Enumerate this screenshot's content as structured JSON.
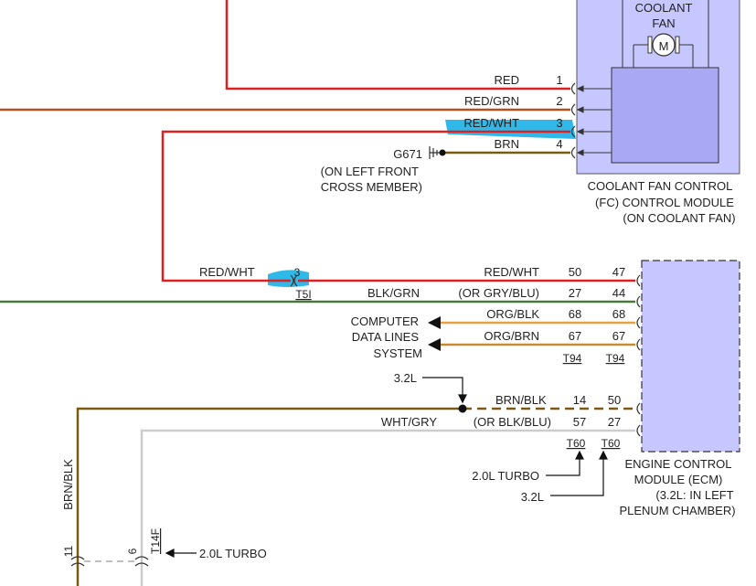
{
  "colors": {
    "red": "#e02020",
    "red_grn": "#b05020",
    "brn": "#7a5a10",
    "grn": "#4a7a3a",
    "org": "#e8a040",
    "white": "#cccccc",
    "module_fill": "#c7c7ff",
    "highlight": "#1ab0e6"
  },
  "fan": {
    "title_line1": "COOLANT",
    "title_line2": "FAN",
    "motor_symbol": "M"
  },
  "fc_module": {
    "label_line1": "COOLANT FAN CONTROL",
    "label_line2": "(FC) CONTROL MODULE",
    "label_line3": "(ON COOLANT FAN)",
    "pins": [
      {
        "wire": "RED",
        "pin": "1"
      },
      {
        "wire": "RED/GRN",
        "pin": "2"
      },
      {
        "wire": "RED/WHT",
        "pin": "3"
      },
      {
        "wire": "BRN",
        "pin": "4"
      }
    ]
  },
  "ground": {
    "id": "G671",
    "loc_line1": "(ON LEFT FRONT",
    "loc_line2": "CROSS MEMBER)"
  },
  "t5i": {
    "wire": "RED/WHT",
    "pin": "3",
    "name": "T5I"
  },
  "ecm_rows": [
    {
      "left_wire": "RED/WHT",
      "alt": "",
      "t94": "50",
      "ecm": "47"
    },
    {
      "left_wire": "BLK/GRN",
      "alt": "(OR GRY/BLU)",
      "t94": "27",
      "ecm": "44"
    },
    {
      "left_wire": "ORG/BLK",
      "alt": "",
      "t94": "68",
      "ecm": "68"
    },
    {
      "left_wire": "ORG/BRN",
      "alt": "",
      "t94": "67",
      "ecm": "67"
    }
  ],
  "t94_label": "T94",
  "computer_data": {
    "line1": "COMPUTER",
    "line2": "DATA LINES",
    "line3": "SYSTEM"
  },
  "splice_note": "3.2L",
  "lower_rows": [
    {
      "wire": "BRN/BLK",
      "alt": "",
      "left_pin": "14",
      "ecm": "50"
    },
    {
      "wire": "WHT/GRY",
      "alt": "(OR BLK/BLU)",
      "left_pin": "57",
      "ecm": "27"
    }
  ],
  "t60_label": "T60",
  "t60_notes": {
    "left": "2.0L TURBO",
    "right": "3.2L"
  },
  "ecm": {
    "label_line1": "ENGINE CONTROL",
    "label_line2": "MODULE (ECM)",
    "label_line3": "(3.2L: IN LEFT",
    "label_line4": "PLENUM CHAMBER)"
  },
  "bottom": {
    "vert_wire": "BRN/BLK",
    "pin_left": "11",
    "pin_right": "6",
    "conn_name": "T14F",
    "note": "2.0L TURBO"
  }
}
